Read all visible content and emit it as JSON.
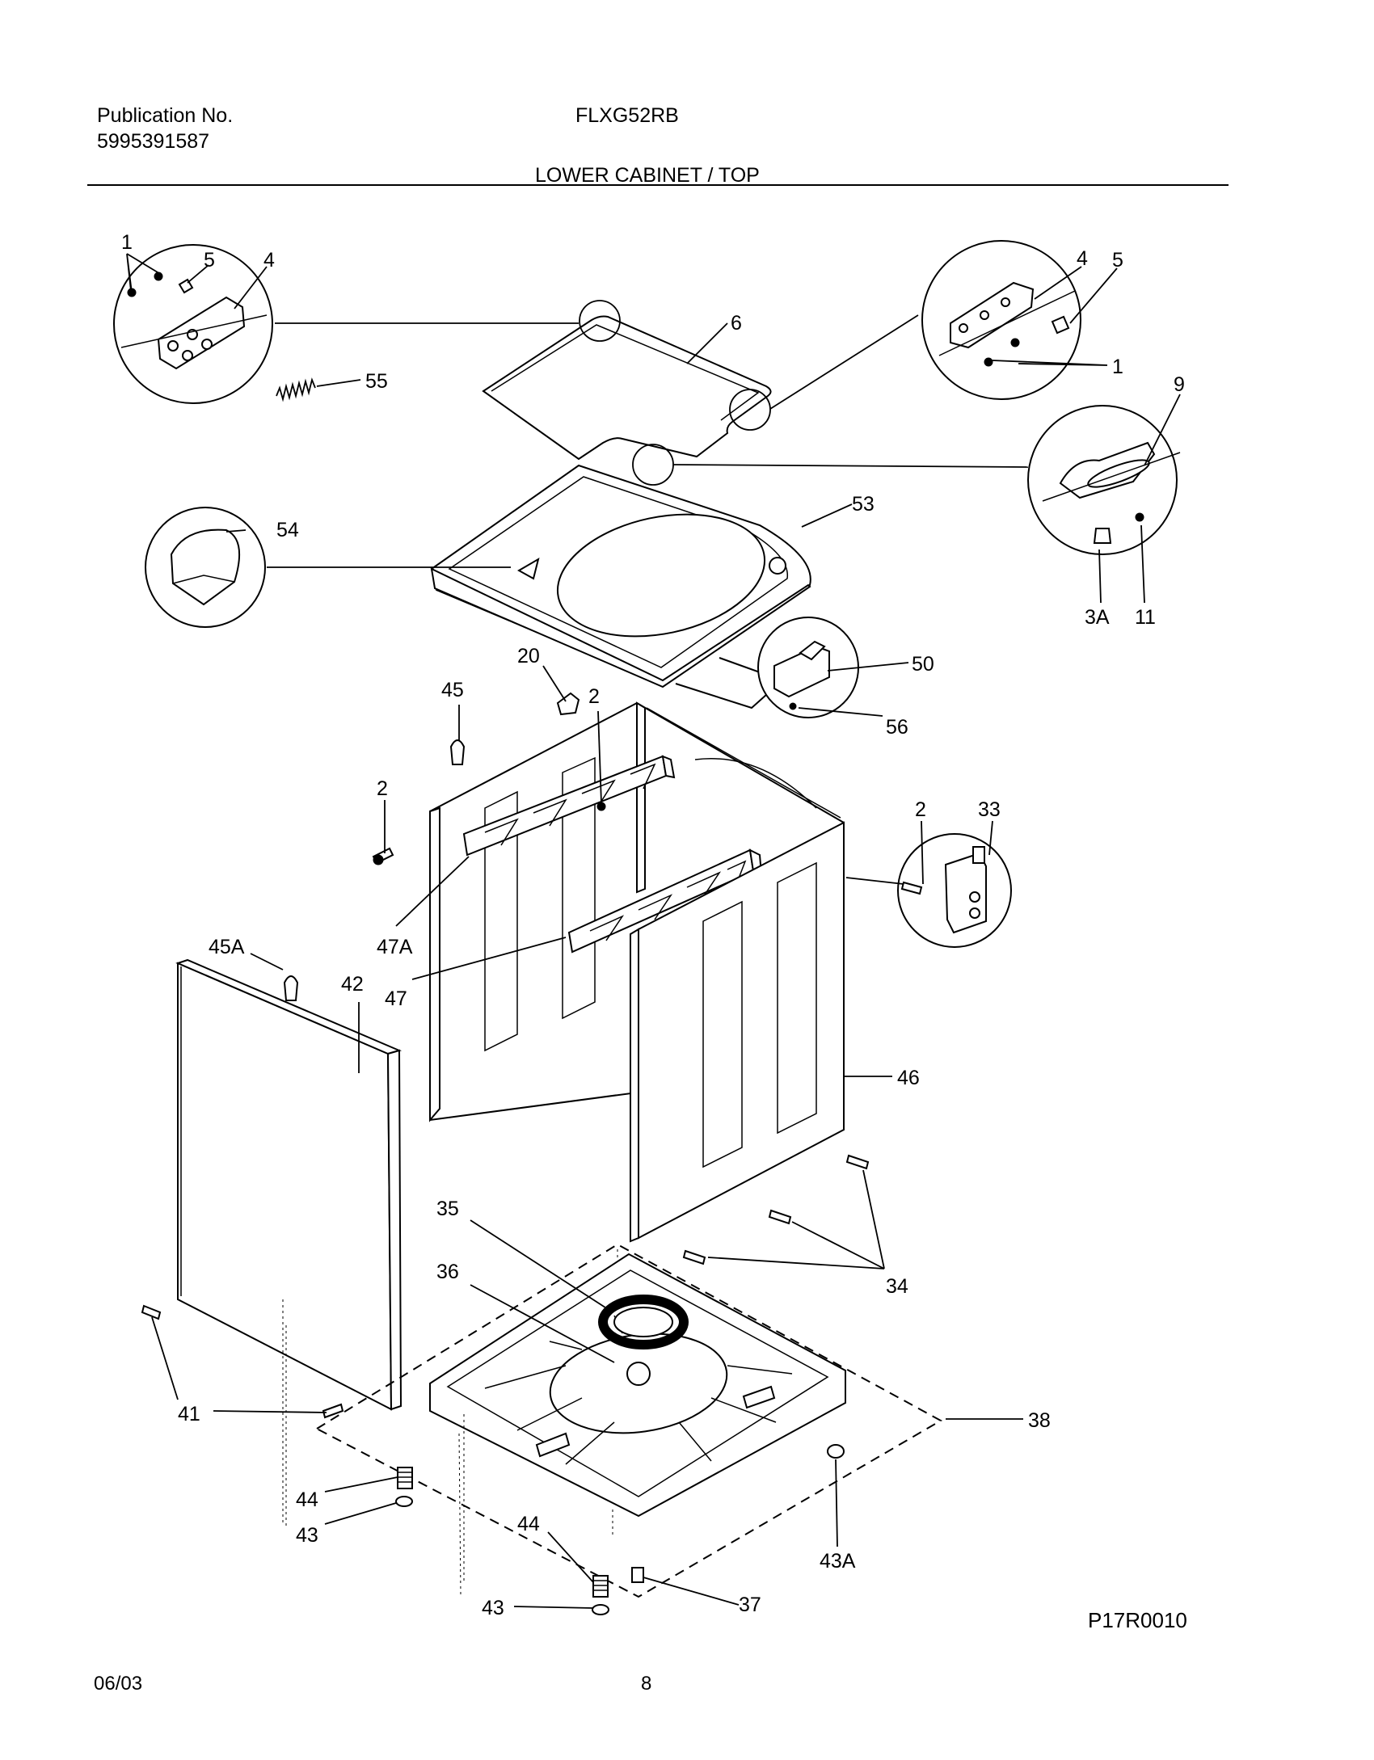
{
  "header": {
    "publication_label": "Publication No.",
    "publication_number": "5995391587",
    "model": "FLXG52RB",
    "section_title": "LOWER CABINET / TOP"
  },
  "diagram_code": "P17R0010",
  "footer": {
    "date": "06/03",
    "page": "8"
  },
  "callouts": {
    "c1a": "1",
    "c5a": "5",
    "c4a": "4",
    "c55": "55",
    "c6": "6",
    "c4b": "4",
    "c5b": "5",
    "c1b": "1",
    "c9": "9",
    "c53": "53",
    "c54": "54",
    "c3a": "3A",
    "c11": "11",
    "c20": "20",
    "c2a": "2",
    "c45": "45",
    "c50": "50",
    "c56": "56",
    "c2b": "2",
    "c2c": "2",
    "c33": "33",
    "c47a": "47A",
    "c45a": "45A",
    "c42": "42",
    "c47": "47",
    "c46": "46",
    "c35": "35",
    "c36": "36",
    "c34": "34",
    "c41": "41",
    "c38": "38",
    "c44a": "44",
    "c43a": "43",
    "c44b": "44",
    "c43b": "43",
    "c37": "37",
    "c43aa": "43A"
  }
}
